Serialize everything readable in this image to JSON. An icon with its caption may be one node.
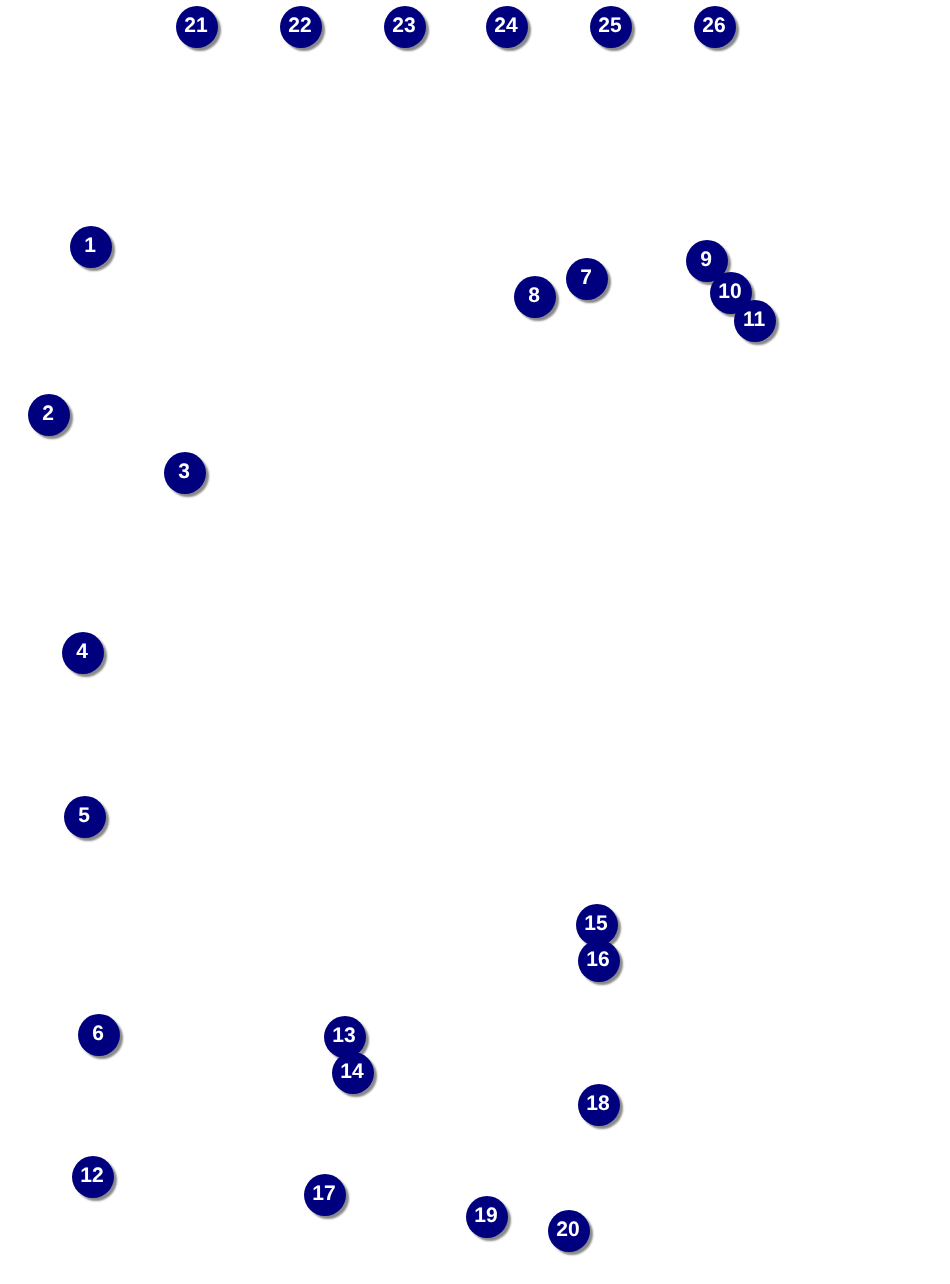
{
  "diagram": {
    "labels": [
      "21",
      "22",
      "23",
      "24",
      "25",
      "26",
      "1",
      "8",
      "7",
      "9",
      "10",
      "11",
      "2",
      "3",
      "4",
      "5",
      "15",
      "16",
      "6",
      "13",
      "14",
      "18",
      "12",
      "17",
      "19",
      "20"
    ]
  }
}
